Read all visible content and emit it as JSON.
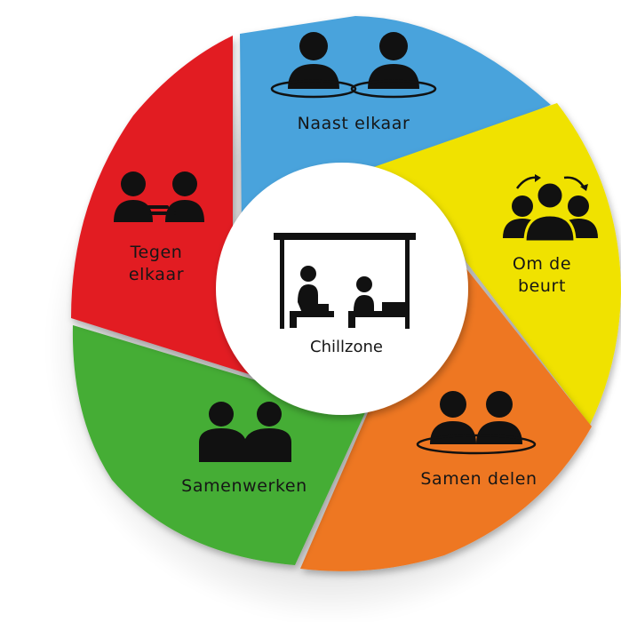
{
  "segments": [
    {
      "id": "naast-elkaar",
      "lines": [
        "Naast elkaar"
      ],
      "color": "#4aa3dc",
      "icon": "two-people-side-by-side-icon"
    },
    {
      "id": "om-de-beurt",
      "lines": [
        "Om de",
        "beurt"
      ],
      "color": "#f0e200",
      "icon": "group-taking-turns-icon"
    },
    {
      "id": "samen-delen",
      "lines": [
        "Samen delen"
      ],
      "color": "#ee7722",
      "icon": "two-people-sharing-icon"
    },
    {
      "id": "samenwerken",
      "lines": [
        "Samenwerken"
      ],
      "color": "#45ad34",
      "icon": "two-people-working-together-icon"
    },
    {
      "id": "tegen-elkaar",
      "lines": [
        "Tegen",
        "elkaar"
      ],
      "color": "#e21b24",
      "icon": "two-people-facing-each-other-icon"
    }
  ],
  "center": {
    "label": "Chillzone",
    "icon": "chillzone-shelter-icon"
  }
}
